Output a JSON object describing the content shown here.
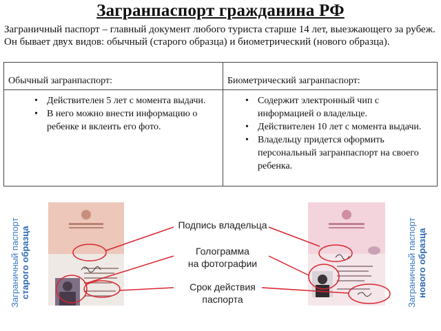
{
  "title": "Загранпаспорт гражданина РФ",
  "intro": "Заграничный паспорт – главный документ любого туриста старше 14 лет, выезжающего за рубеж. Он бывает двух видов: обычный (старого образца) и биометрический (нового образца).",
  "table": {
    "headers": [
      "Обычный загранпаспорт:",
      "Биометрический загранпаспорт:"
    ],
    "left_points": [
      "Действителен 5 лет с момента выдачи.",
      "В него можно внести информацию о ребенке и вклеить его фото."
    ],
    "right_points": [
      "Содержит электронный чип с информацией о владельце.",
      "Действителен 10 лет с момента выдачи.",
      "Владельцу придется оформить персональный загранпаспорт на своего ребенка."
    ]
  },
  "illustration": {
    "left_label_line1": "Заграничный паспорт",
    "left_label_line2": "старого образца",
    "right_label_line1": "Заграничный паспорт",
    "right_label_line2": "нового образца",
    "callout_signature": "Подпись владельца",
    "callout_hologram_line1": "Голограмма",
    "callout_hologram_line2": "на фотографии",
    "callout_validity_line1": "Срок действия",
    "callout_validity_line2": "паспорта",
    "colors": {
      "accent_blue": "#3b78c2",
      "circle_red": "#d8262f",
      "old_passport": "#e3b7a8",
      "new_passport": "#eec8d4"
    }
  }
}
